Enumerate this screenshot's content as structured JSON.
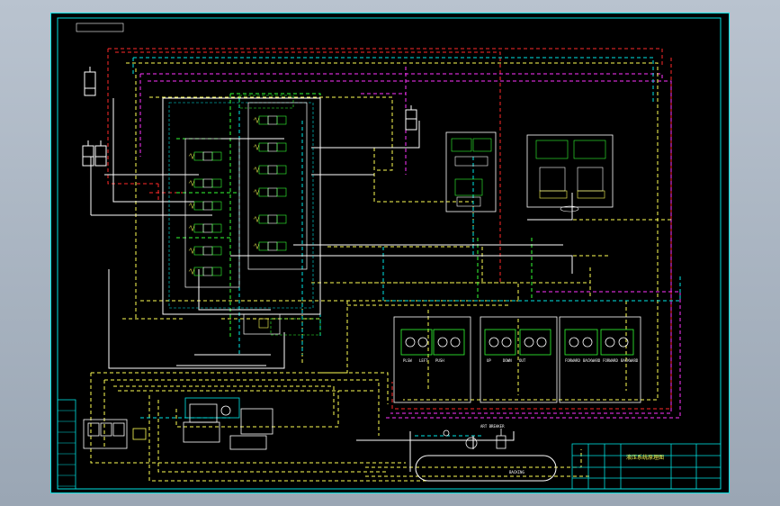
{
  "colors": {
    "viewport_bg": "#a3aebc",
    "sheet_bg": "#000000",
    "frame": "#00e0e0",
    "red": "#ff2a2a",
    "yellow": "#ffff55",
    "magenta": "#ff33ff",
    "white": "#ffffff",
    "green": "#33ff33",
    "cyan": "#00e6e6"
  },
  "labels": {
    "breaker_label": "ART BREAKER",
    "tank_label": "BACKING",
    "title_block_text": "液压系统原理图",
    "motor_blocks": [
      [
        "PLSW",
        "LEFT",
        "PUSH"
      ],
      [
        "UP",
        "DOWN",
        "OUT"
      ],
      [
        "FORWARD",
        "BACKWARD",
        "FORWARD",
        "BACKWARD"
      ]
    ],
    "left_table_rows": [
      "",
      "",
      "",
      "",
      "",
      "",
      "",
      ""
    ]
  }
}
